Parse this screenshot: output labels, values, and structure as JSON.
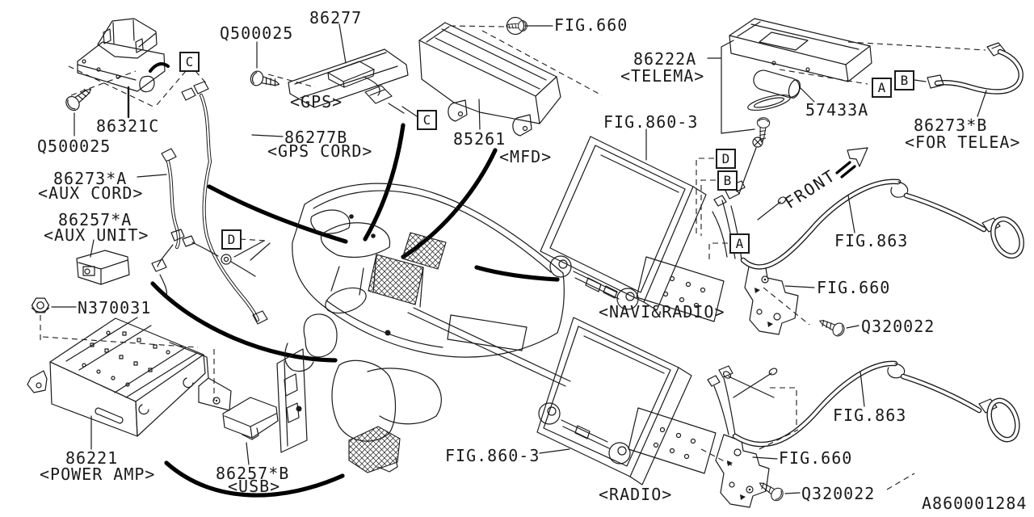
{
  "diagram": {
    "drawing_number": "A860001284",
    "direction_label": "FRONT",
    "line_color": "#1a1a1a",
    "background_color": "#ffffff"
  },
  "callouts": {
    "a": "A",
    "b": "B",
    "c": "C",
    "d": "D"
  },
  "labels": {
    "q500025_top": "Q500025",
    "q500025_left": "Q500025",
    "p86277": "86277",
    "gps_caption": "<GPS>",
    "p86321c": "86321C",
    "p86277b": "86277B",
    "gps_cord_caption": "<GPS CORD>",
    "fig660_top": "FIG.660",
    "p85261": "85261",
    "mfd_caption": "<MFD>",
    "p86222a": "86222A",
    "telema_caption": "<TELEMA>",
    "p57433a": "57433A",
    "p86273b": "86273*B",
    "for_telea_caption": "<FOR TELEA>",
    "fig860_3_top": "FIG.860-3",
    "p86273a": "86273*A",
    "aux_cord_caption": "<AUX CORD>",
    "p86257a": "86257*A",
    "aux_unit_caption": "<AUX UNIT>",
    "n370031": "N370031",
    "navi_radio_caption": "<NAVI&RADIO>",
    "fig863_top": "FIG.863",
    "fig660_mid": "FIG.660",
    "q320022_mid": "Q320022",
    "p86221": "86221",
    "power_amp_caption": "<POWER AMP>",
    "p86257b": "86257*B",
    "usb_caption": "<USB>",
    "fig860_3_bottom": "FIG.860-3",
    "radio_caption": "<RADIO>",
    "fig863_bottom": "FIG.863",
    "fig660_bottom": "FIG.660",
    "q320022_bottom": "Q320022"
  }
}
